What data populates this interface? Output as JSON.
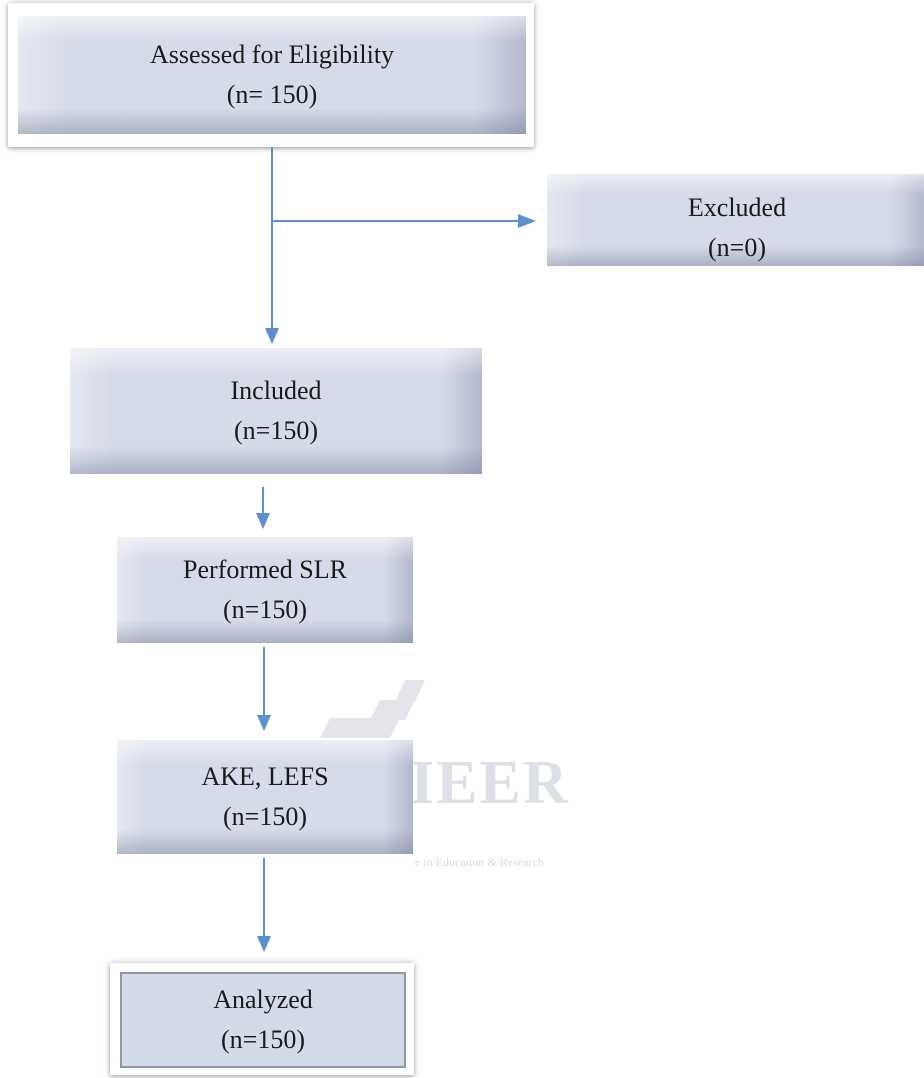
{
  "diagram": {
    "assessed": {
      "label": "Assessed for Eligibility",
      "count": "(n= 150)"
    },
    "excluded": {
      "label": "Excluded",
      "count": "(n=0)"
    },
    "included": {
      "label": "Included",
      "count": "(n=150)"
    },
    "performed": {
      "label": "Performed SLR",
      "count": "(n=150)"
    },
    "measures": {
      "label": "AKE, LEFS",
      "count": "(n=150)"
    },
    "analyzed": {
      "label": "Analyzed",
      "count": "(n=150)"
    }
  },
  "watermark": {
    "text": "IEER",
    "tagline": "e in Education & Research"
  },
  "colors": {
    "connector": "#5b8fd0",
    "box_fill": "#d6dbe9",
    "box_border": "#8f97a8"
  }
}
